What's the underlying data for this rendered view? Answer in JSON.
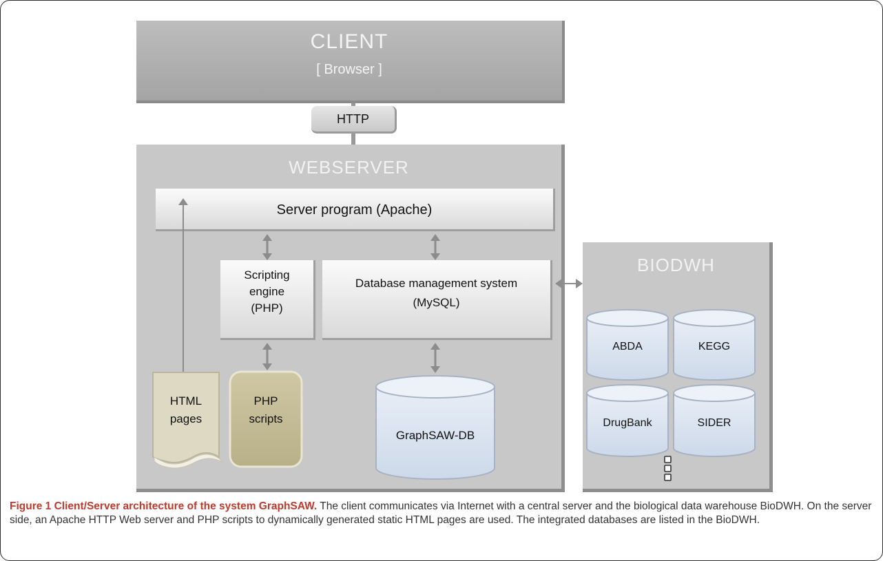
{
  "client": {
    "title": "CLIENT",
    "subtitle": "[ Browser ]"
  },
  "http": {
    "label": "HTTP"
  },
  "webserver": {
    "title": "WEBSERVER",
    "server_program": "Server program (Apache)",
    "scripting_engine": [
      "Scripting",
      "engine",
      "(PHP)"
    ],
    "dbms": [
      "Database management system",
      "(MySQL)"
    ],
    "html_pages": [
      "HTML",
      "pages"
    ],
    "php_scripts": [
      "PHP",
      "scripts"
    ],
    "database": "GraphSAW-DB"
  },
  "biodwh": {
    "title": "BIODWH",
    "databases": [
      "ABDA",
      "KEGG",
      "DrugBank",
      "SIDER"
    ]
  },
  "caption": {
    "title": "Figure 1 Client/Server architecture of the system GraphSAW.",
    "text": " The client communicates via Internet with a central server and the biological data warehouse BioDWH. On the server side, an Apache HTTP Web server and PHP scripts to dynamically generated static HTML pages are used. The integrated databases are listed in the BioDWH."
  },
  "colors": {
    "box_gray": "#c8c8c8",
    "cylinder_fill": "#dbe5f1",
    "html_page_fill": "#ddd9c3",
    "php_fill": "#c4bd97",
    "caption_accent": "#c0392b",
    "arrow": "#8c8c8c"
  }
}
